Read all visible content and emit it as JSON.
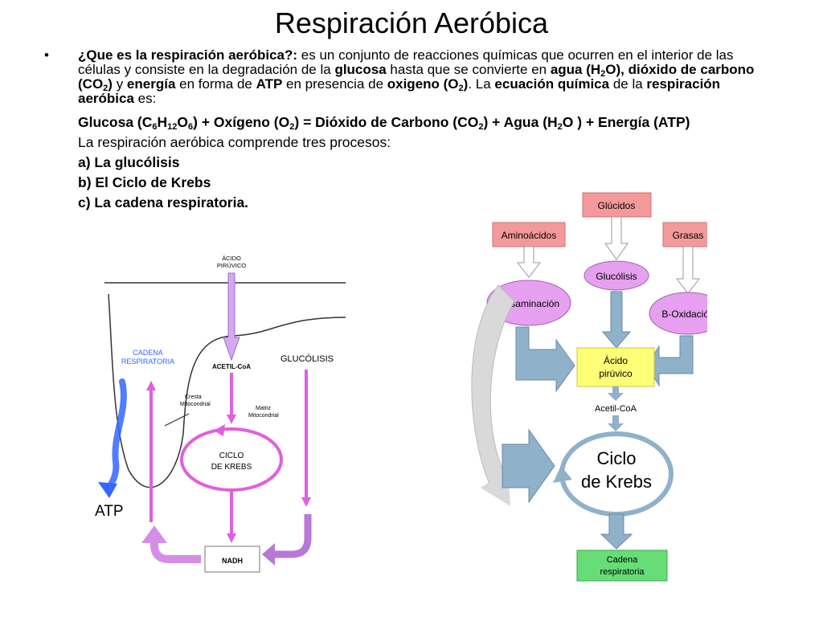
{
  "slide": {
    "title": "Respiración Aeróbica",
    "bullet": "•",
    "definition": {
      "q": "¿Que es la respiración aeróbica?:",
      "t1": " es un conjunto de reacciones químicas que ocurren en el interior de las células y consiste en la degradación de la ",
      "glucosa": "glucosa",
      "t2": " hasta que se convierte en ",
      "agua": "agua (H",
      "agua_sub": "2",
      "agua_end": "O),",
      "dioxido": "dióxido de carbono (CO",
      "dioxido_sub": "2",
      "dioxido_end": ")",
      "t3": " y ",
      "energia": "energía",
      "t4": " en forma de ",
      "atp": "ATP",
      "t5": " en presencia de ",
      "oxigeno": "oxigeno (O",
      "oxigeno_sub": "2",
      "oxigeno_end": ")",
      "t6": ". La ",
      "ecuacion": "ecuación química",
      "t7": " de la ",
      "resp": "respiración aeróbica",
      "t8": " es:"
    },
    "equation": {
      "a": "Glucosa (C",
      "a1": "6",
      "a2": "H",
      "a3": "12",
      "a4": "O",
      "a5": "6",
      "b": ") + Oxígeno (O",
      "b1": "2",
      "c": ") = Dióxido de Carbono (CO",
      "c1": "2",
      "d": ") + Agua (H",
      "d1": "2",
      "e": "O ) + Energía (ATP)"
    },
    "intro": "La respiración aeróbica comprende tres procesos:",
    "processes": [
      "a) La glucólisis",
      "b) El Ciclo de Krebs",
      "c) La cadena respiratoria."
    ]
  },
  "left_diagram": {
    "acido_line1": "ÁCIDO",
    "acido_line2": "PIRÚVICO",
    "cadena_line1": "CADENA",
    "cadena_line2": "RESPIRATORIA",
    "glucolisis": "GLUCÓLISIS",
    "acetil": "ACETIL-CoA",
    "cresta_line1": "Cresta",
    "cresta_line2": "Mitocondrial",
    "matriz_line1": "Matriz",
    "matriz_line2": "Mitocondrial",
    "ciclo_line1": "CICLO",
    "ciclo_line2": "DE KREBS",
    "atp": "ATP",
    "nadh": "NADH"
  },
  "right_diagram": {
    "glucidos": "Glúcidos",
    "aminoacidos": "Aminoácidos",
    "grasas": "Grasas",
    "glucolisis": "Glucólisis",
    "desaminacion": "Desaminación",
    "boxidacion": "B-Oxidación",
    "acido_line1": "Ácido",
    "acido_line2": "pirúvico",
    "acetil": "Acetil-CoA",
    "ciclo_line1": "Ciclo",
    "ciclo_line2": "de Krebs",
    "cadena_line1": "Cadena",
    "cadena_line2": "respiratoria"
  },
  "colors": {
    "magenta": "#e05fe0",
    "lilac": "#c78fe8",
    "blue": "#3366ff",
    "pink_box": "#f4999a",
    "yellow_box": "#ffff77",
    "green_box": "#66dd77",
    "violet_oval": "#e6a0f0",
    "steel_arrow": "#8fb1c9"
  }
}
